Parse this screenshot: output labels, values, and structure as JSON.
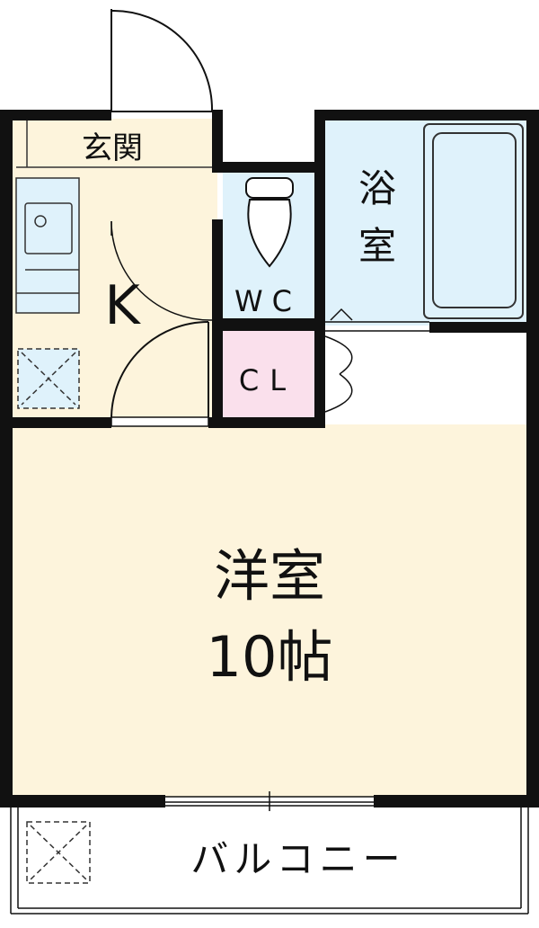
{
  "rooms": {
    "genkan": "玄関",
    "kitchen": "K",
    "wc": "WC",
    "bath_line1": "浴",
    "bath_line2": "室",
    "closet": "CL",
    "western_line1": "洋室",
    "western_line2": "10帖",
    "balcony": "バルコニー"
  },
  "colors": {
    "wall": "#111111",
    "floor_cream": "#fdf4dc",
    "wet_blue": "#dff2fb",
    "closet_pink": "#fae0ec"
  }
}
